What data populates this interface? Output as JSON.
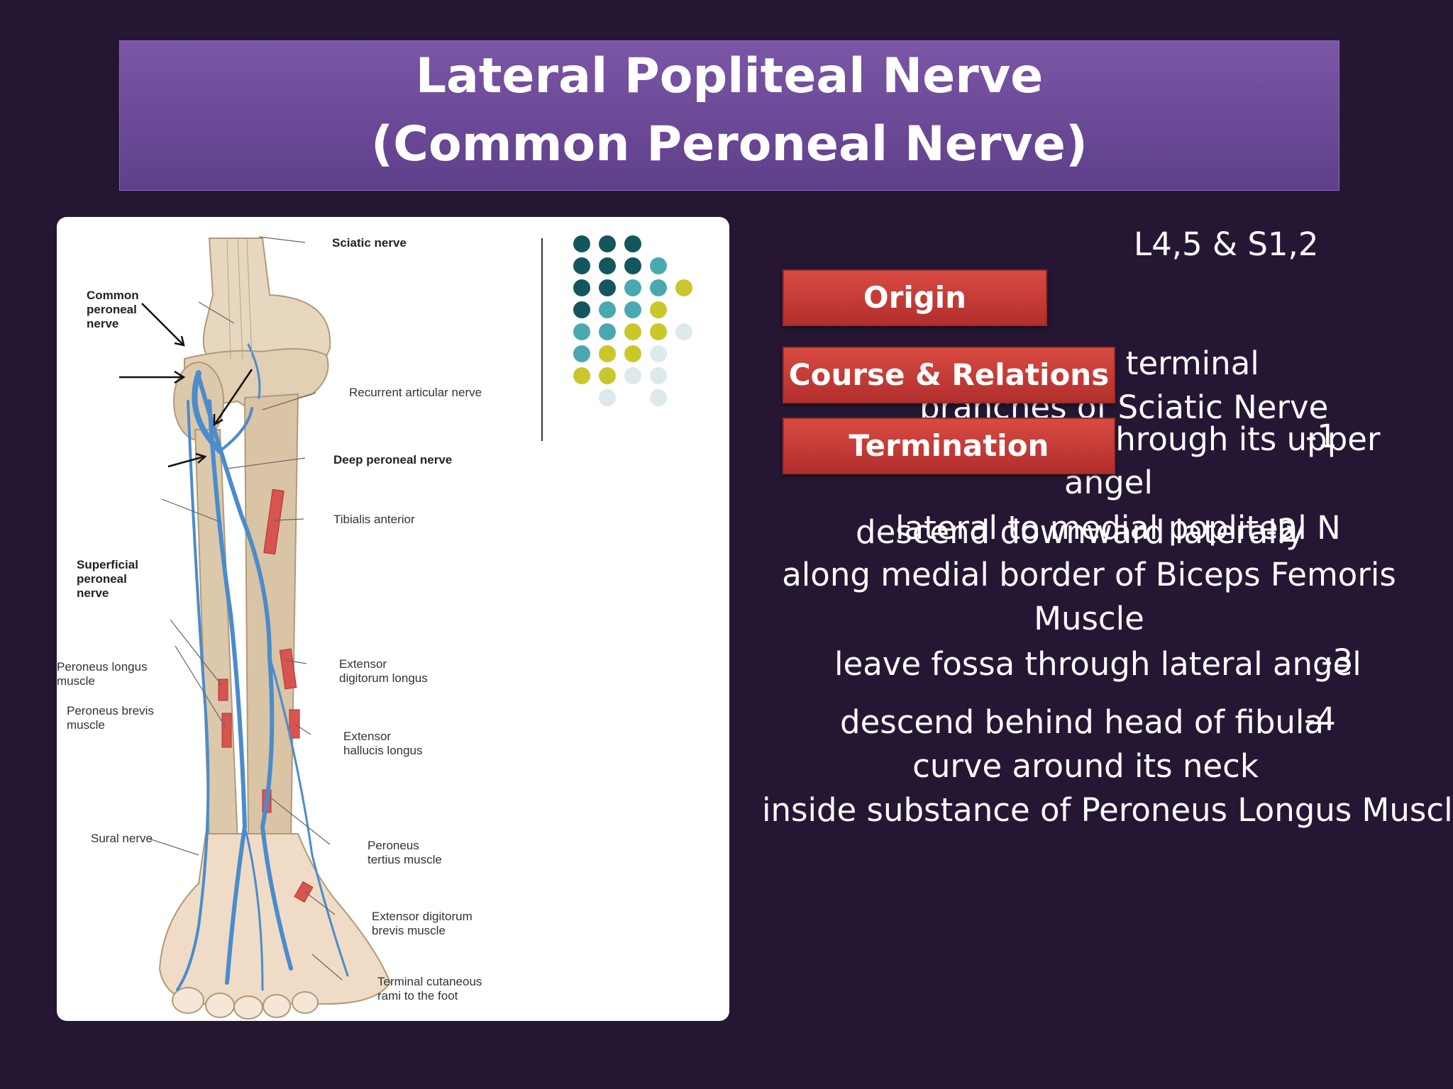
{
  "title": {
    "line1": "Lateral Popliteal Nerve",
    "line2": "(Common Peroneal Nerve)"
  },
  "roots": "L4,5 & S1,2",
  "buttons": {
    "origin": "Origin",
    "course": "Course & Relations",
    "termination": "Termination"
  },
  "origin_text": {
    "line1": "one of the 2 terminal",
    "line2": "branches of Sciatic Nerve"
  },
  "course_lines": [
    "enter the fossa through its upper",
    "angel",
    "lateral to medial popliteal N",
    "descend downward laterally",
    "along medial border of Biceps Femoris",
    "Muscle",
    "leave fossa through lateral angel",
    "descend behind head of fibula",
    "curve around its neck",
    "inside substance of Peroneus Longus Muscle"
  ],
  "course_numbers": [
    "-1",
    "-2",
    "-3",
    "-4"
  ],
  "figure_labels": {
    "sciatic": "Sciatic nerve",
    "common_peroneal": [
      "Common",
      "peroneal",
      "nerve"
    ],
    "recurrent": "Recurrent articular nerve",
    "deep_peroneal": "Deep peroneal nerve",
    "tibialis": "Tibialis anterior",
    "superficial": [
      "Superficial",
      "peroneal",
      "nerve"
    ],
    "peroneus_longus": [
      "Peroneus longus",
      "muscle"
    ],
    "peroneus_brevis": [
      "Peroneus brevis",
      "muscle"
    ],
    "ext_digitorum_longus": [
      "Extensor",
      "digitorum longus"
    ],
    "ext_hallucis": [
      "Extensor",
      "hallucis longus"
    ],
    "sural": "Sural nerve",
    "peroneus_tertius": [
      "Peroneus",
      "tertius muscle"
    ],
    "ext_digitorum_brevis": [
      "Extensor digitorum",
      "brevis muscle"
    ],
    "terminal": [
      "Terminal cutaneous",
      "rami to the foot"
    ]
  },
  "colors": {
    "background": "#251734",
    "title_bar": "#6e4c9a",
    "button_red": "#c43b36",
    "nerve_blue": "#4a8ccc",
    "dot_dark_teal": "#14565e",
    "dot_teal": "#4aa9b0",
    "dot_yellow": "#c9c72a",
    "dot_light": "#dde9ea"
  }
}
